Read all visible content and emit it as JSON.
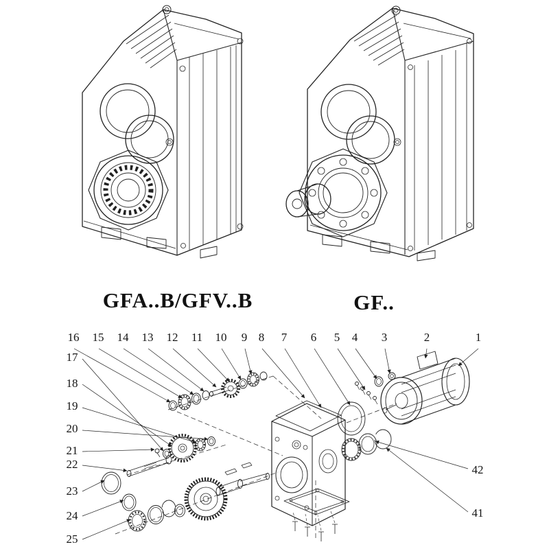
{
  "colors": {
    "background": "#ffffff",
    "line": "#222222"
  },
  "models": {
    "left": {
      "label": "GFA..B/GFV..B"
    },
    "right": {
      "label": "GF.."
    }
  },
  "exploded_view": {
    "callouts_top": [
      "16",
      "15",
      "14",
      "13",
      "12",
      "11",
      "10",
      "9",
      "8",
      "7",
      "6",
      "5",
      "4",
      "3",
      "2",
      "1"
    ],
    "callouts_left": [
      "17",
      "18",
      "19",
      "20",
      "21",
      "22",
      "23",
      "24",
      "25"
    ],
    "callouts_right": [
      "42",
      "41"
    ]
  }
}
